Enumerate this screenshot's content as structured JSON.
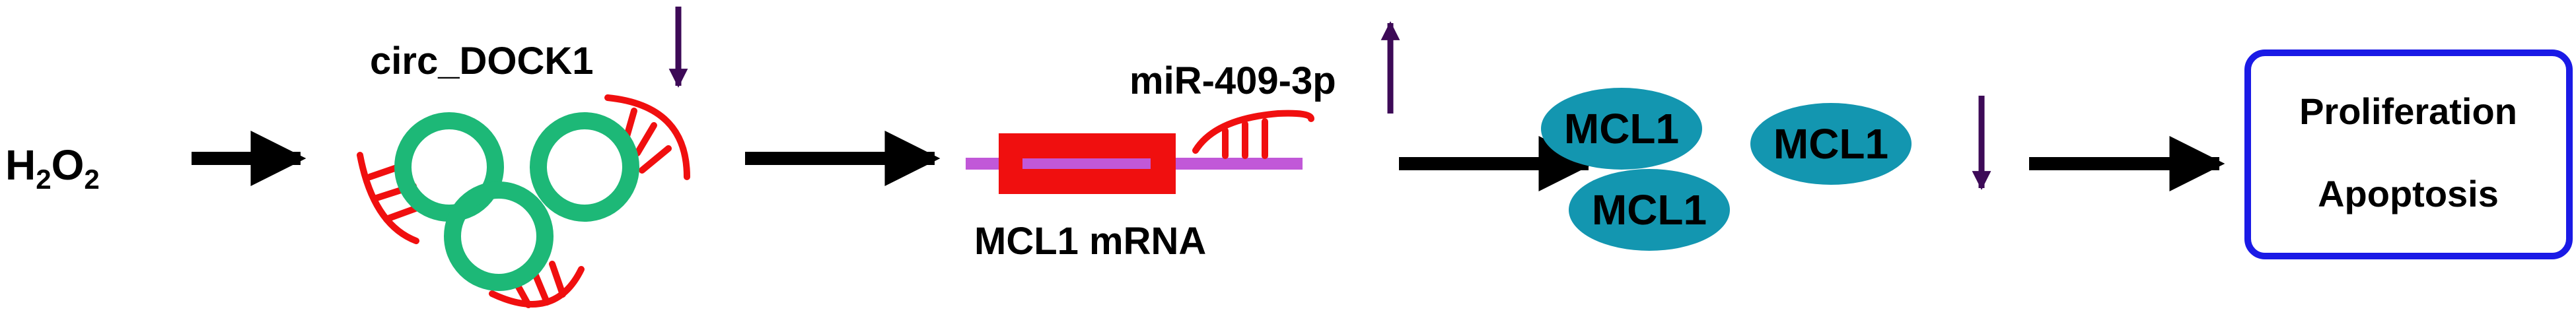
{
  "inducer": {
    "base": "H",
    "sub1": "2",
    "mid": "O",
    "sub2": "2"
  },
  "circ_rna": {
    "label": "circ_DOCK1",
    "regulation": "down",
    "ring_color": "#1db877",
    "sponge_color": "#f00f0f"
  },
  "mirna": {
    "label": "miR-409-3p",
    "regulation": "up",
    "color": "#f00f0f"
  },
  "mrna": {
    "label": "MCL1 mRNA",
    "cds_color": "#f00f0f",
    "strand_color": "#c158d8"
  },
  "protein": {
    "labels": [
      "MCL1",
      "MCL1",
      "MCL1"
    ],
    "regulation": "down",
    "fill_color": "#1396b0"
  },
  "outcome": {
    "lines": [
      "Proliferation",
      "Apoptosis"
    ],
    "border_color": "#1a1ae6"
  },
  "arrow_color": "#000000",
  "regulation_arrow_color": "#3d0a57"
}
